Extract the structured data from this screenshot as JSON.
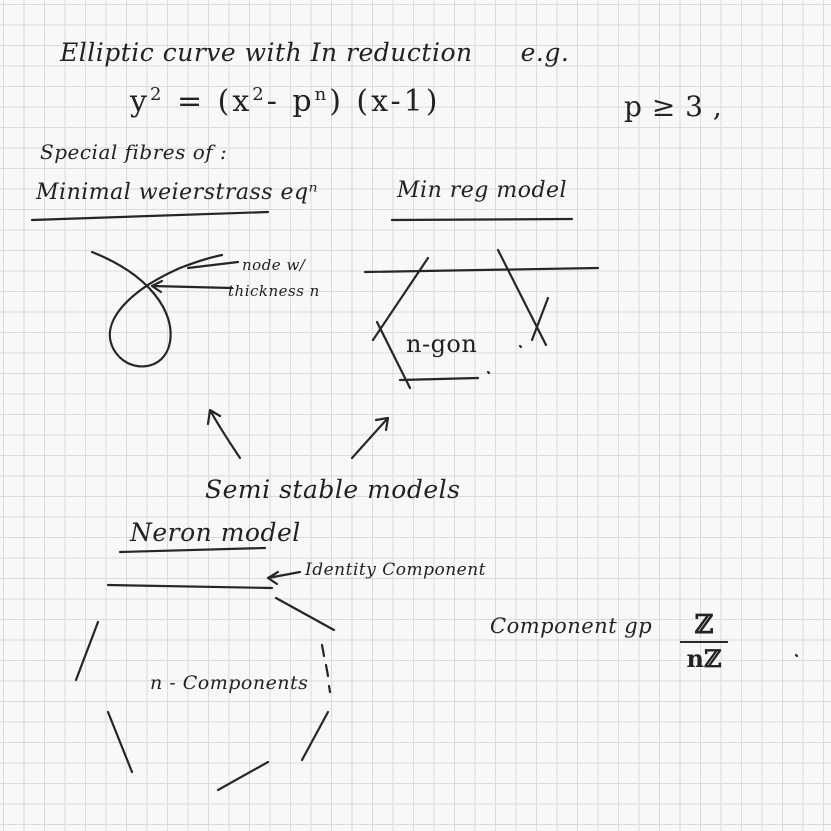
{
  "notes": {
    "title": "Elliptic curve with In reduction",
    "title_eg": "e.g.",
    "equation_lhs": "y",
    "equation_lhs_exp": "2",
    "equation_mid": " = (x",
    "equation_x_exp": "2",
    "equation_mid2": "- p",
    "equation_p_exp": "n",
    "equation_rhs": ") (x-1)",
    "p_condition": "p ≥ 3 ,",
    "special_fibres": "Special fibres of :",
    "min_weierstrass": "Minimal weierstrass eqⁿ",
    "min_reg_model": "Min reg model",
    "node_label_1": "node w/",
    "node_label_2": "thickness n",
    "n_gon": "n-gon",
    "semistable": "Semi stable models",
    "neron_model": "Neron model",
    "identity_component": "Identity Component",
    "n_components": "n - Components",
    "component_group": "Component gp",
    "fraction_numerator": "ℤ",
    "fraction_denominator": "nℤ"
  }
}
